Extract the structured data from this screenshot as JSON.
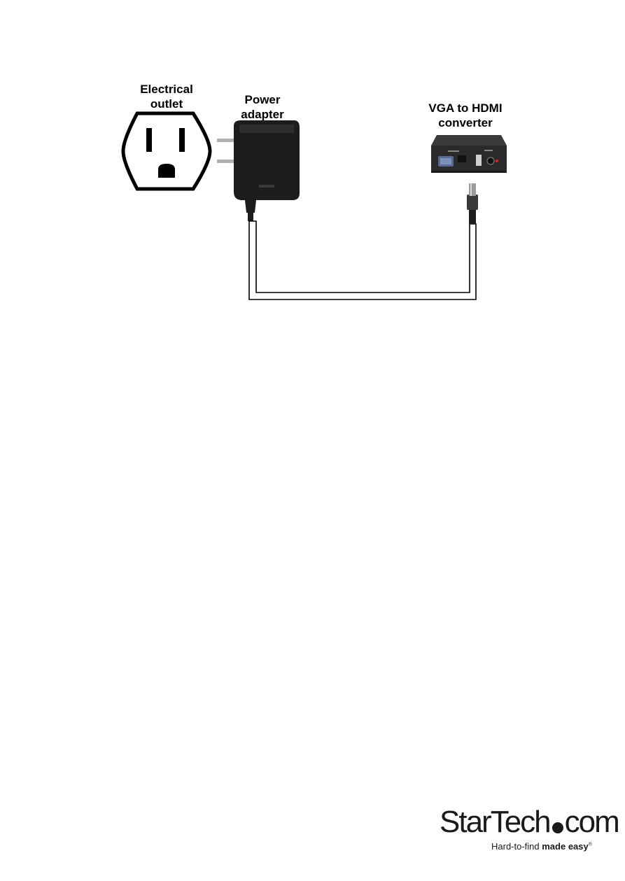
{
  "labels": {
    "outlet": [
      "Electrical",
      "outlet"
    ],
    "adapter": [
      "Power",
      "adapter"
    ],
    "converter": [
      "VGA to HDMI",
      "converter"
    ]
  },
  "logo": {
    "brand_left": "StarTech",
    "brand_right": "com",
    "tagline_regular": "Hard-to-find ",
    "tagline_bold": "made easy",
    "trademark": "®"
  },
  "colors": {
    "line": "#000000",
    "adapter_body": "#1c1c1c",
    "converter_body": "#2a2a2a"
  }
}
